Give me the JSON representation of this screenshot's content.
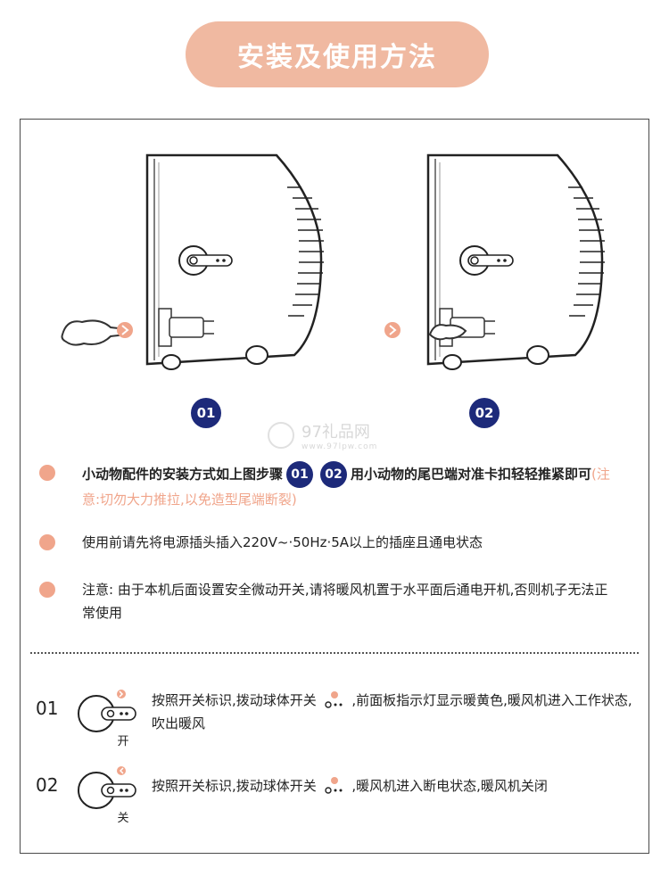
{
  "title": "安装及使用方法",
  "steps": {
    "step1": "01",
    "step2": "02"
  },
  "watermark": {
    "main": "97礼品网",
    "sub": "www.97lpw.com"
  },
  "notes": {
    "n1_a": "小动物配件的安装方式如上图步骤",
    "n1_b": "用小动物的尾巴端对准卡扣轻轻推紧即可",
    "n1_warn": "(注意:切勿大力推拉,以免造型尾端断裂)",
    "n2": "使用前请先将电源插头插入220V~·50Hz·5A以上的插座且通电状态",
    "n3": "注意: 由于本机后面设置安全微动开关,请将暖风机置于水平面后通电开机,否则机子无法正常使用"
  },
  "switches": [
    {
      "num": "01",
      "label": "开",
      "text_a": "按照开关标识,拨动球体开关",
      "text_b": ",前面板指示灯显示暖黄色,暖风机进入工作状态,吹出暖风"
    },
    {
      "num": "02",
      "label": "关",
      "text_a": "按照开关标识,拨动球体开关",
      "text_b": ",暖风机进入断电状态,暖风机关闭"
    }
  ],
  "colors": {
    "accent": "#f0a58b",
    "badge": "#1d2a7a",
    "pill": "#f0b9a1"
  }
}
